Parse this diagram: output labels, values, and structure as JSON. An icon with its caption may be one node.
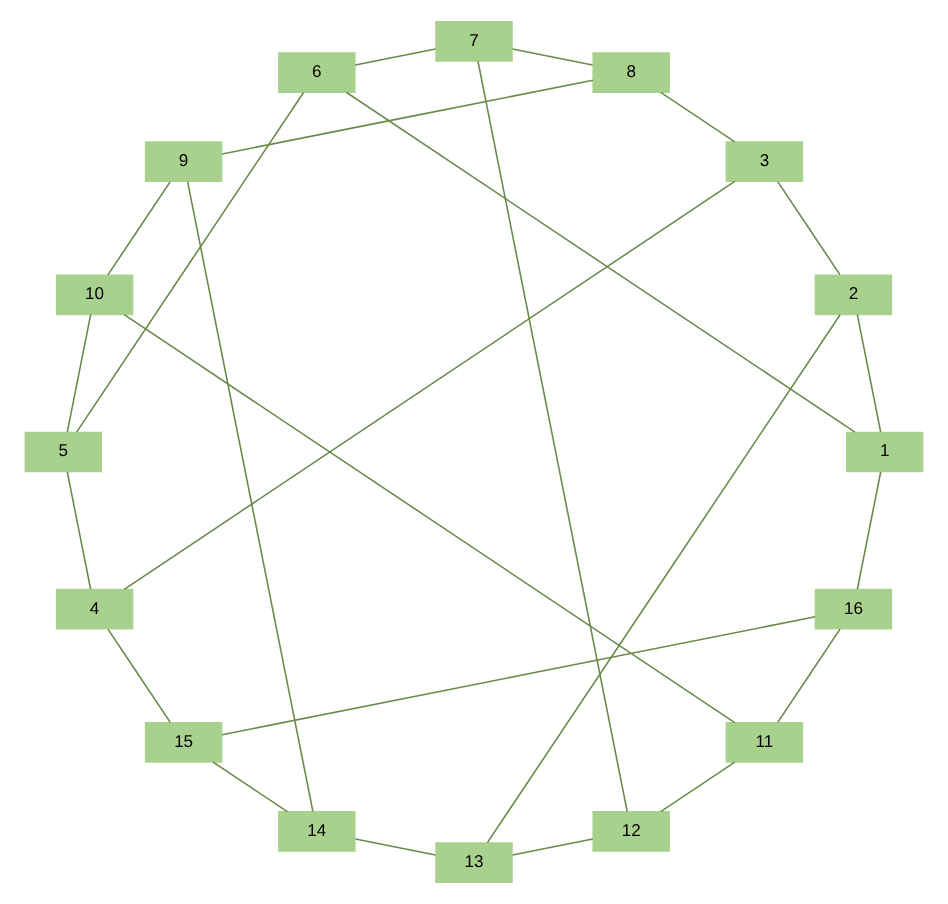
{
  "diagram": {
    "nodes": [
      {
        "text": [
          "1"
        ]
      },
      {
        "text": [
          "2"
        ]
      },
      {
        "text": [
          "3"
        ]
      },
      {
        "text": [
          "4"
        ]
      },
      {
        "text": [
          "5"
        ]
      },
      {
        "text": [
          "6"
        ]
      },
      {
        "text": [
          "7"
        ]
      },
      {
        "text": [
          "8"
        ]
      },
      {
        "text": [
          "9"
        ]
      },
      {
        "text": [
          "10"
        ]
      },
      {
        "text": [
          "11"
        ]
      },
      {
        "text": [
          "12"
        ]
      },
      {
        "text": [
          "13"
        ]
      },
      {
        "text": [
          "14"
        ]
      },
      {
        "text": [
          "15"
        ]
      },
      {
        "text": [
          "16"
        ]
      }
    ],
    "edges": [
      {
        "from": 0,
        "to": 1,
        "arrow": "none"
      },
      {
        "from": 1,
        "to": 2,
        "arrow": "none"
      },
      {
        "from": 2,
        "to": 3,
        "arrow": "none"
      },
      {
        "from": 3,
        "to": 4,
        "arrow": "none"
      },
      {
        "from": 4,
        "to": 5,
        "arrow": "none"
      },
      {
        "from": 5,
        "to": 6,
        "arrow": "none"
      },
      {
        "from": 6,
        "to": 7,
        "arrow": "none"
      },
      {
        "from": 7,
        "to": 8,
        "arrow": "none"
      },
      {
        "from": 8,
        "to": 9,
        "arrow": "none"
      },
      {
        "from": 9,
        "to": 10,
        "arrow": "none"
      },
      {
        "from": 10,
        "to": 11,
        "arrow": "none"
      },
      {
        "from": 11,
        "to": 12,
        "arrow": "none"
      },
      {
        "from": 12,
        "to": 13,
        "arrow": "none"
      },
      {
        "from": 13,
        "to": 14,
        "arrow": "none"
      },
      {
        "from": 14,
        "to": 15,
        "arrow": "none"
      },
      {
        "from": 15,
        "to": 0,
        "arrow": "none"
      },
      {
        "from": 0,
        "to": 5,
        "arrow": "none"
      },
      {
        "from": 1,
        "to": 12,
        "arrow": "none"
      },
      {
        "from": 2,
        "to": 7,
        "arrow": "none"
      },
      {
        "from": 3,
        "to": 14,
        "arrow": "none"
      },
      {
        "from": 4,
        "to": 9,
        "arrow": "none"
      },
      {
        "from": 6,
        "to": 11,
        "arrow": "none"
      },
      {
        "from": 8,
        "to": 13,
        "arrow": "none"
      },
      {
        "from": 10,
        "to": 15,
        "arrow": "none"
      }
    ]
  }
}
